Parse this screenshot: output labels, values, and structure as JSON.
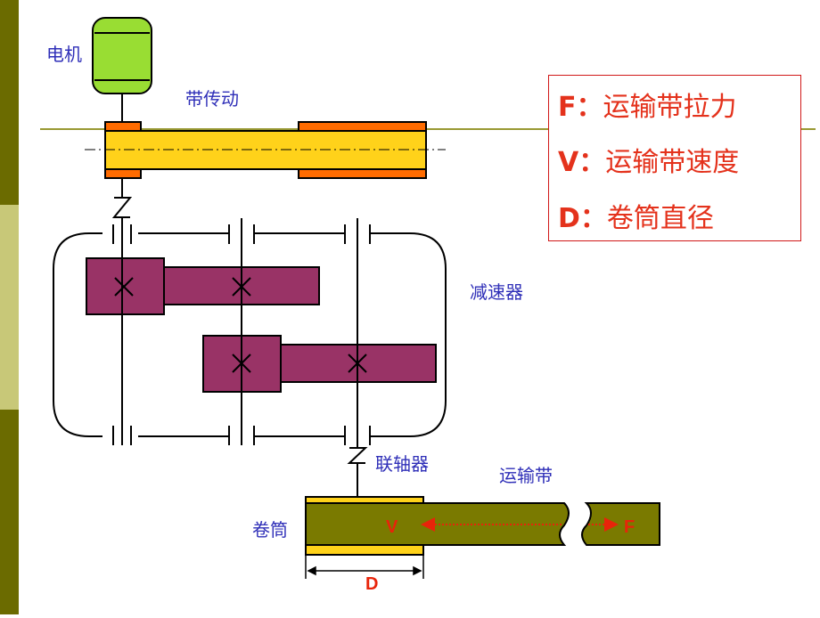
{
  "labels": {
    "motor": "电机",
    "belt_drive": "带传动",
    "reducer": "减速器",
    "coupling": "联轴器",
    "conveyor_belt": "运输带",
    "drum": "卷筒"
  },
  "legend": [
    {
      "symbol": "F",
      "sep": "：",
      "text": "运输带拉力"
    },
    {
      "symbol": "V",
      "sep": "：",
      "text": "运输带速度"
    },
    {
      "symbol": "D",
      "sep": "：",
      "text": "卷筒直径"
    }
  ],
  "diagram_marks": {
    "velocity": "V",
    "force": "F",
    "diameter": "D"
  },
  "colors": {
    "sidebar": "#6b6b00",
    "sidebar_light": "#c8c878",
    "motor": "#99dd33",
    "pulley_rim": "#ff6b00",
    "belt_fill": "#ffd21a",
    "gear": "#993366",
    "conveyor": "#7a7a00",
    "label_blue": "#2f2fb8",
    "legend_red": "#e4321c"
  }
}
